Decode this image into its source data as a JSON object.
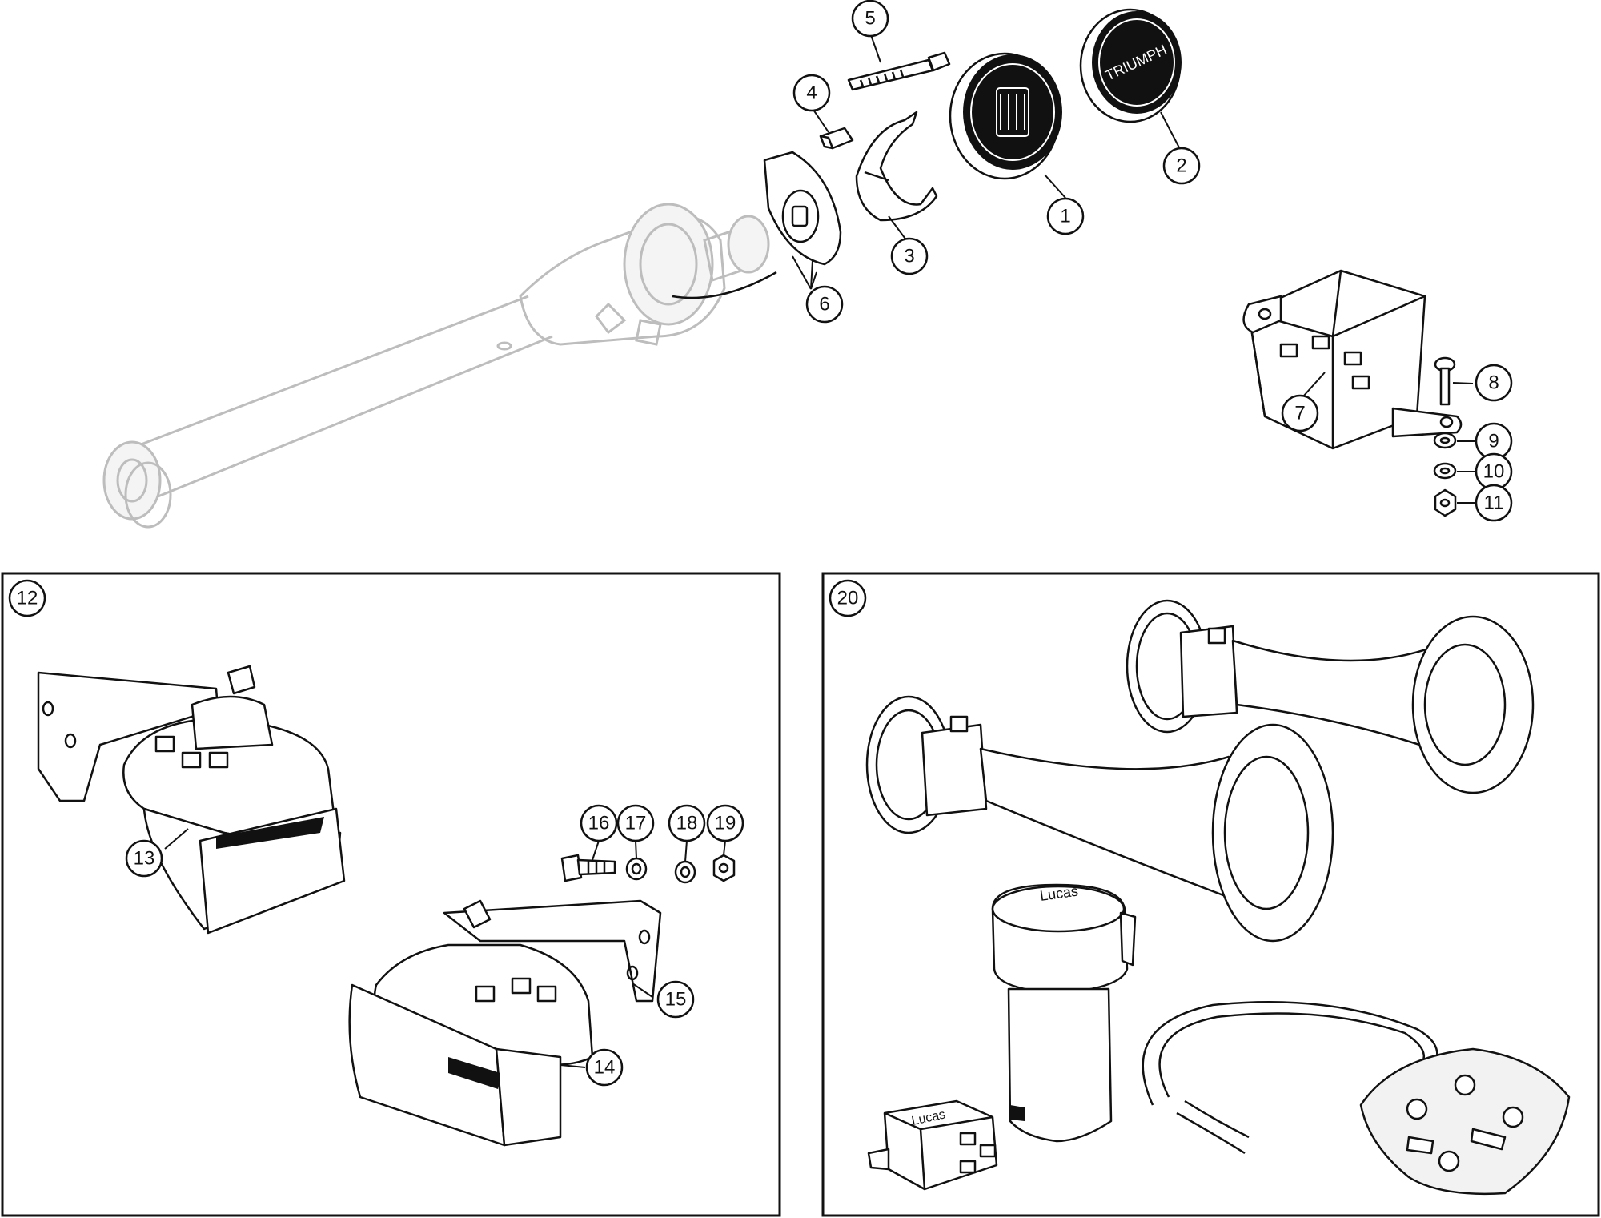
{
  "diagram": {
    "callouts": [
      {
        "id": "c1",
        "label": "1"
      },
      {
        "id": "c2",
        "label": "2"
      },
      {
        "id": "c3",
        "label": "3"
      },
      {
        "id": "c4",
        "label": "4"
      },
      {
        "id": "c5",
        "label": "5"
      },
      {
        "id": "c6",
        "label": "6"
      },
      {
        "id": "c7",
        "label": "7"
      },
      {
        "id": "c8",
        "label": "8"
      },
      {
        "id": "c9",
        "label": "9"
      },
      {
        "id": "c10",
        "label": "10"
      },
      {
        "id": "c11",
        "label": "11"
      },
      {
        "id": "c13",
        "label": "13"
      },
      {
        "id": "c14",
        "label": "14"
      },
      {
        "id": "c15",
        "label": "15"
      },
      {
        "id": "c16",
        "label": "16"
      },
      {
        "id": "c17",
        "label": "17"
      },
      {
        "id": "c18",
        "label": "18"
      },
      {
        "id": "c19",
        "label": "19"
      }
    ],
    "panels": {
      "left": {
        "label": "12"
      },
      "right": {
        "label": "20"
      }
    },
    "part_markings": {
      "horn_push_logo": "TRIUMPH",
      "compressor_brand": "Lucas",
      "relay_brand": "Lucas"
    }
  }
}
